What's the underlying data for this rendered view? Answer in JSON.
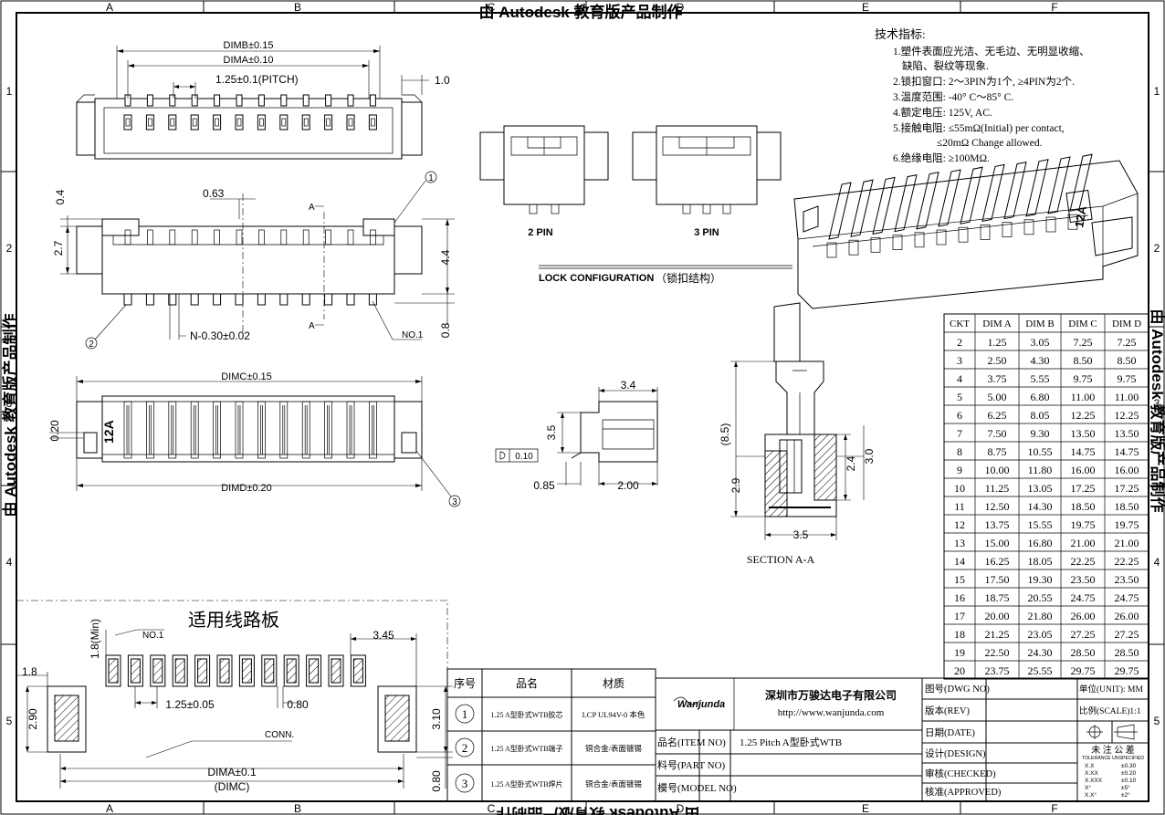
{
  "watermark": "由 Autodesk 教育版产品制作",
  "zone_cols": [
    "A",
    "B",
    "C",
    "D",
    "E",
    "F"
  ],
  "zone_rows": [
    "1",
    "2",
    "3",
    "4",
    "5"
  ],
  "top_view": {
    "dim_b": "DIMB±0.15",
    "dim_a": "DIMA±0.10",
    "pitch": "1.25±0.1(PITCH)",
    "width_1": "1.0"
  },
  "front_view": {
    "d063": "0.63",
    "d04": "0.4",
    "d27": "2.7",
    "d44": "4.4",
    "d08": "0.8",
    "section_a": "A",
    "pin_width": "N-0.30±0.02",
    "no1": "NO.1"
  },
  "bottom_view": {
    "dim_c": "DIMC±0.15",
    "dim_d": "DIMD±0.20",
    "d020": "0.20",
    "label": "12A"
  },
  "balloons": [
    "1",
    "2",
    "3"
  ],
  "lock": {
    "pin2": "2 PIN",
    "pin3": "3 PIN",
    "title": "LOCK CONFIGURATION",
    "title_cn": "（锁扣结构）"
  },
  "side_view": {
    "d34": "3.4",
    "d35": "3.5",
    "d085": "0.85",
    "d200": "2.00",
    "flat": "0.10"
  },
  "section": {
    "d85": "(8.5)",
    "d29": "2.9",
    "d24": "2.4",
    "d30": "3.0",
    "d35": "3.5",
    "title": "SECTION A-A"
  },
  "tech": {
    "title": "技术指标:",
    "lines": [
      "1.塑件表面应光洁、无毛边、无明显收缩、",
      "缺陷、裂纹等现象.",
      "2.锁扣窗口: 2～3PIN为1个, ≥4PIN为2个.",
      "3.温度范围: -40° C～85° C.",
      "4.额定电压: 125V, AC.",
      "5.接触电阻: ≤55mΩ(Initial) per contact,",
      "≤20mΩ Change allowed.",
      "6.绝缘电阻: ≥100MΩ."
    ]
  },
  "dim_table": {
    "headers": [
      "CKT",
      "DIM A",
      "DIM B",
      "DIM C",
      "DIM D"
    ],
    "rows": [
      [
        "2",
        "1.25",
        "3.05",
        "7.25",
        "7.25"
      ],
      [
        "3",
        "2.50",
        "4.30",
        "8.50",
        "8.50"
      ],
      [
        "4",
        "3.75",
        "5.55",
        "9.75",
        "9.75"
      ],
      [
        "5",
        "5.00",
        "6.80",
        "11.00",
        "11.00"
      ],
      [
        "6",
        "6.25",
        "8.05",
        "12.25",
        "12.25"
      ],
      [
        "7",
        "7.50",
        "9.30",
        "13.50",
        "13.50"
      ],
      [
        "8",
        "8.75",
        "10.55",
        "14.75",
        "14.75"
      ],
      [
        "9",
        "10.00",
        "11.80",
        "16.00",
        "16.00"
      ],
      [
        "10",
        "11.25",
        "13.05",
        "17.25",
        "17.25"
      ],
      [
        "11",
        "12.50",
        "14.30",
        "18.50",
        "18.50"
      ],
      [
        "12",
        "13.75",
        "15.55",
        "19.75",
        "19.75"
      ],
      [
        "13",
        "15.00",
        "16.80",
        "21.00",
        "21.00"
      ],
      [
        "14",
        "16.25",
        "18.05",
        "22.25",
        "22.25"
      ],
      [
        "15",
        "17.50",
        "19.30",
        "23.50",
        "23.50"
      ],
      [
        "16",
        "18.75",
        "20.55",
        "24.75",
        "24.75"
      ],
      [
        "17",
        "20.00",
        "21.80",
        "26.00",
        "26.00"
      ],
      [
        "18",
        "21.25",
        "23.05",
        "27.25",
        "27.25"
      ],
      [
        "19",
        "22.50",
        "24.30",
        "28.50",
        "28.50"
      ],
      [
        "20",
        "23.75",
        "25.55",
        "29.75",
        "29.75"
      ]
    ]
  },
  "pcb": {
    "title": "适用线路板",
    "no1": "NO.1",
    "d18min": "1.8(Min)",
    "d345": "3.45",
    "d18": "1.8",
    "d290": "2.90",
    "d125": "1.25±0.05",
    "d080": "0.80",
    "d310": "3.10",
    "d080b": "0.80",
    "conn": "CONN.",
    "dima": "DIMA±0.1",
    "dimc": "(DIMC)"
  },
  "bom": {
    "headers": [
      "序号",
      "品名",
      "材质"
    ],
    "rows": [
      [
        "1",
        "1.25 A型卧式WTB胶芯",
        "LCP UL94V-0 本色"
      ],
      [
        "2",
        "1.25 A型卧式WTB端子",
        "铜合金/表面镀锡"
      ],
      [
        "3",
        "1.25 A型卧式WTB焊片",
        "铜合金/表面镀锡"
      ]
    ]
  },
  "title_block": {
    "logo": "Wanjunda",
    "company": "深圳市万骏达电子有限公司",
    "url": "http://www.wanjunda.com",
    "item_label": "品名(ITEM NO)",
    "item_value": "1.25 Pitch A型卧式WTB",
    "part_label": "料号(PART NO)",
    "model_label": "模号(MODEL NO)",
    "dwg_label": "图号(DWG NO)",
    "rev_label": "版本(REV)",
    "date_label": "日期(DATE)",
    "design_label": "设计(DESIGN)",
    "checked_label": "审核(CHECKED)",
    "approved_label": "核准(APPROVED)",
    "unit_label": "单位(UNIT): MM",
    "scale_label": "比例(SCALE)1:1",
    "tol_title": "未 注 公 差",
    "tol_sub": "TOLERANCE UNSPECIFIED",
    "tol_rows": [
      [
        "X.X",
        "±0.30"
      ],
      [
        "X.XX",
        "±0.20"
      ],
      [
        "X.XXX",
        "±0.10"
      ],
      [
        "X°",
        "±5°"
      ],
      [
        "X.X°",
        "±2°"
      ]
    ]
  }
}
